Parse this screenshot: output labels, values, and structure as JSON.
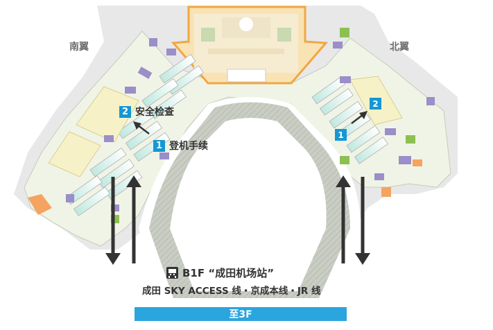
{
  "map": {
    "wings": {
      "south": "南翼",
      "north": "北翼"
    },
    "steps": {
      "checkin": {
        "num": "1",
        "text": "登机手续"
      },
      "security": {
        "num": "2",
        "text": "安全检查"
      }
    },
    "north_badges": {
      "checkin": "1",
      "security": "2"
    },
    "station": {
      "icon": "train-icon",
      "title": "B1F “成田机场站”",
      "lines": "成田 SKY ACCESS 线・京成本线・JR 线"
    },
    "floor_button": "至3F",
    "colors": {
      "floor": "#f0f4e6",
      "floor_dark": "#d9dfcd",
      "orange_zone": "#f6d28f",
      "orange_border": "#f0a742",
      "accent_blue": "#1597d4",
      "button_blue": "#2aa5de",
      "purple": "#9b8ec9",
      "green": "#8cc152",
      "arrow": "#333333"
    }
  }
}
